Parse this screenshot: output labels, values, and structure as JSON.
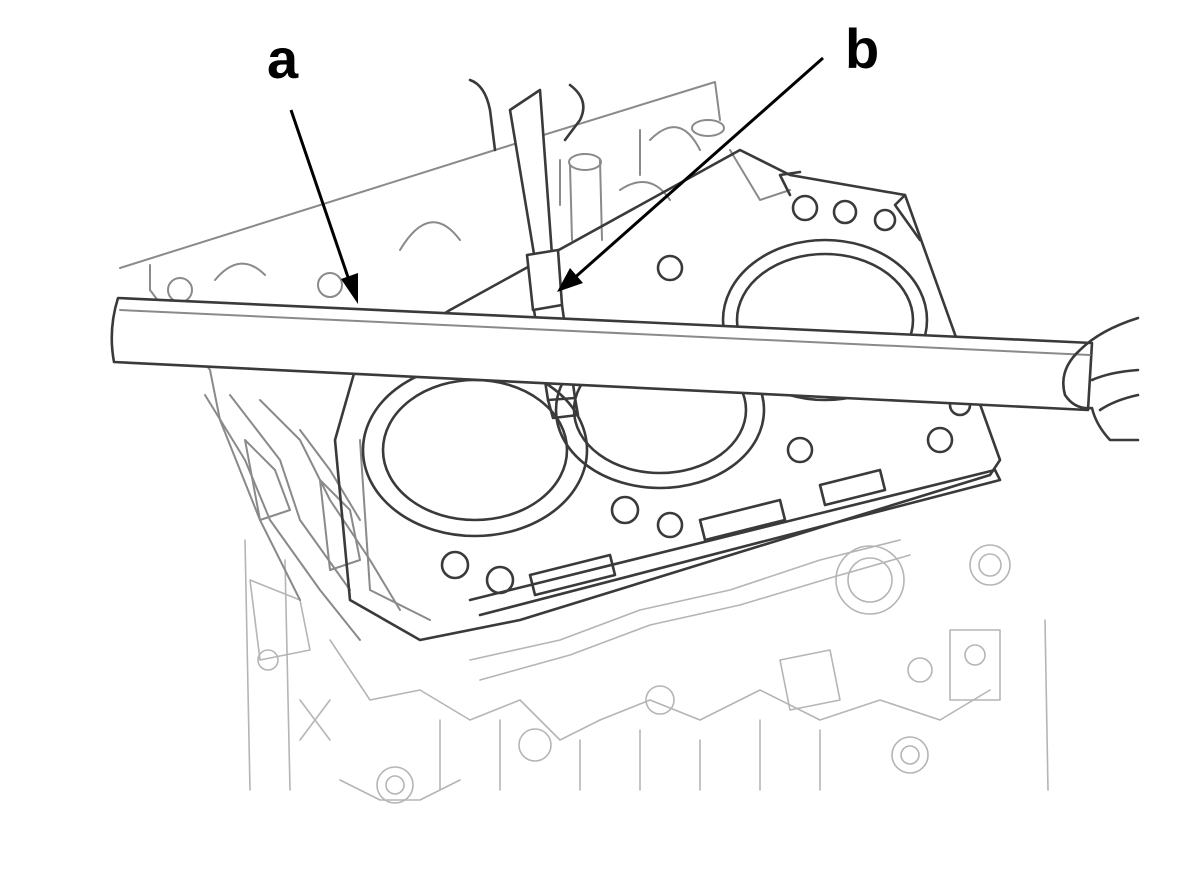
{
  "callouts": {
    "a": "a",
    "b": "b"
  },
  "icons": {
    "engine_block": "engine-block-illustration",
    "straight_edge": "straight-edge-bar",
    "feeler_gauge": "feeler-gauge",
    "hands": "hand-illustration"
  },
  "colors": {
    "line": "#3a3a3a",
    "leader": "#000000",
    "background": "#ffffff"
  }
}
